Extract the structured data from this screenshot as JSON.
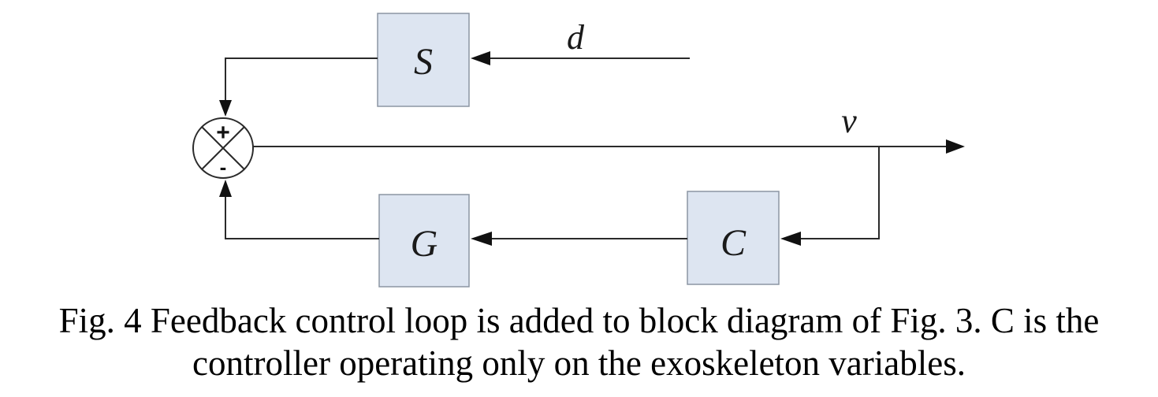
{
  "diagram": {
    "blocks": {
      "S": "S",
      "G": "G",
      "C": "C"
    },
    "signals": {
      "d": "d",
      "v": "v"
    },
    "junction": {
      "top_sign": "+",
      "bottom_sign": "-"
    }
  },
  "caption": {
    "line1": "Fig. 4  Feedback control loop is added to block diagram of Fig. 3. C is the",
    "line2": "controller operating only on the exoskeleton variables."
  },
  "colors": {
    "block_fill": "#dde5f1",
    "block_stroke": "#8b95a3",
    "line": "#2a2a2a"
  }
}
